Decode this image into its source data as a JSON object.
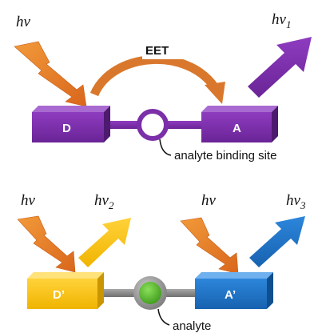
{
  "top_panel": {
    "excitation_label": "hv",
    "emission_label": "hv",
    "emission_subscript": "1",
    "transfer_label": "EET",
    "donor_label": "D",
    "acceptor_label": "A",
    "site_caption": "analyte binding site"
  },
  "bottom_panel": {
    "excitation_left_label": "hv",
    "emission_left_label": "hv",
    "emission_left_subscript": "2",
    "excitation_right_label": "hv",
    "emission_right_label": "hv",
    "emission_right_subscript": "3",
    "donor_label": "D’",
    "acceptor_label": "A’",
    "analyte_caption": "analyte"
  },
  "colors": {
    "lightning": "#e8822a",
    "eet_arrow": "#d9782c",
    "purple": "#7b2fa8",
    "purple_dark": "#58207a",
    "yellow": "#f5c518",
    "blue": "#1f74c8",
    "linker_gray": "#8a8a8a",
    "analyte_green": "#56b82c"
  }
}
